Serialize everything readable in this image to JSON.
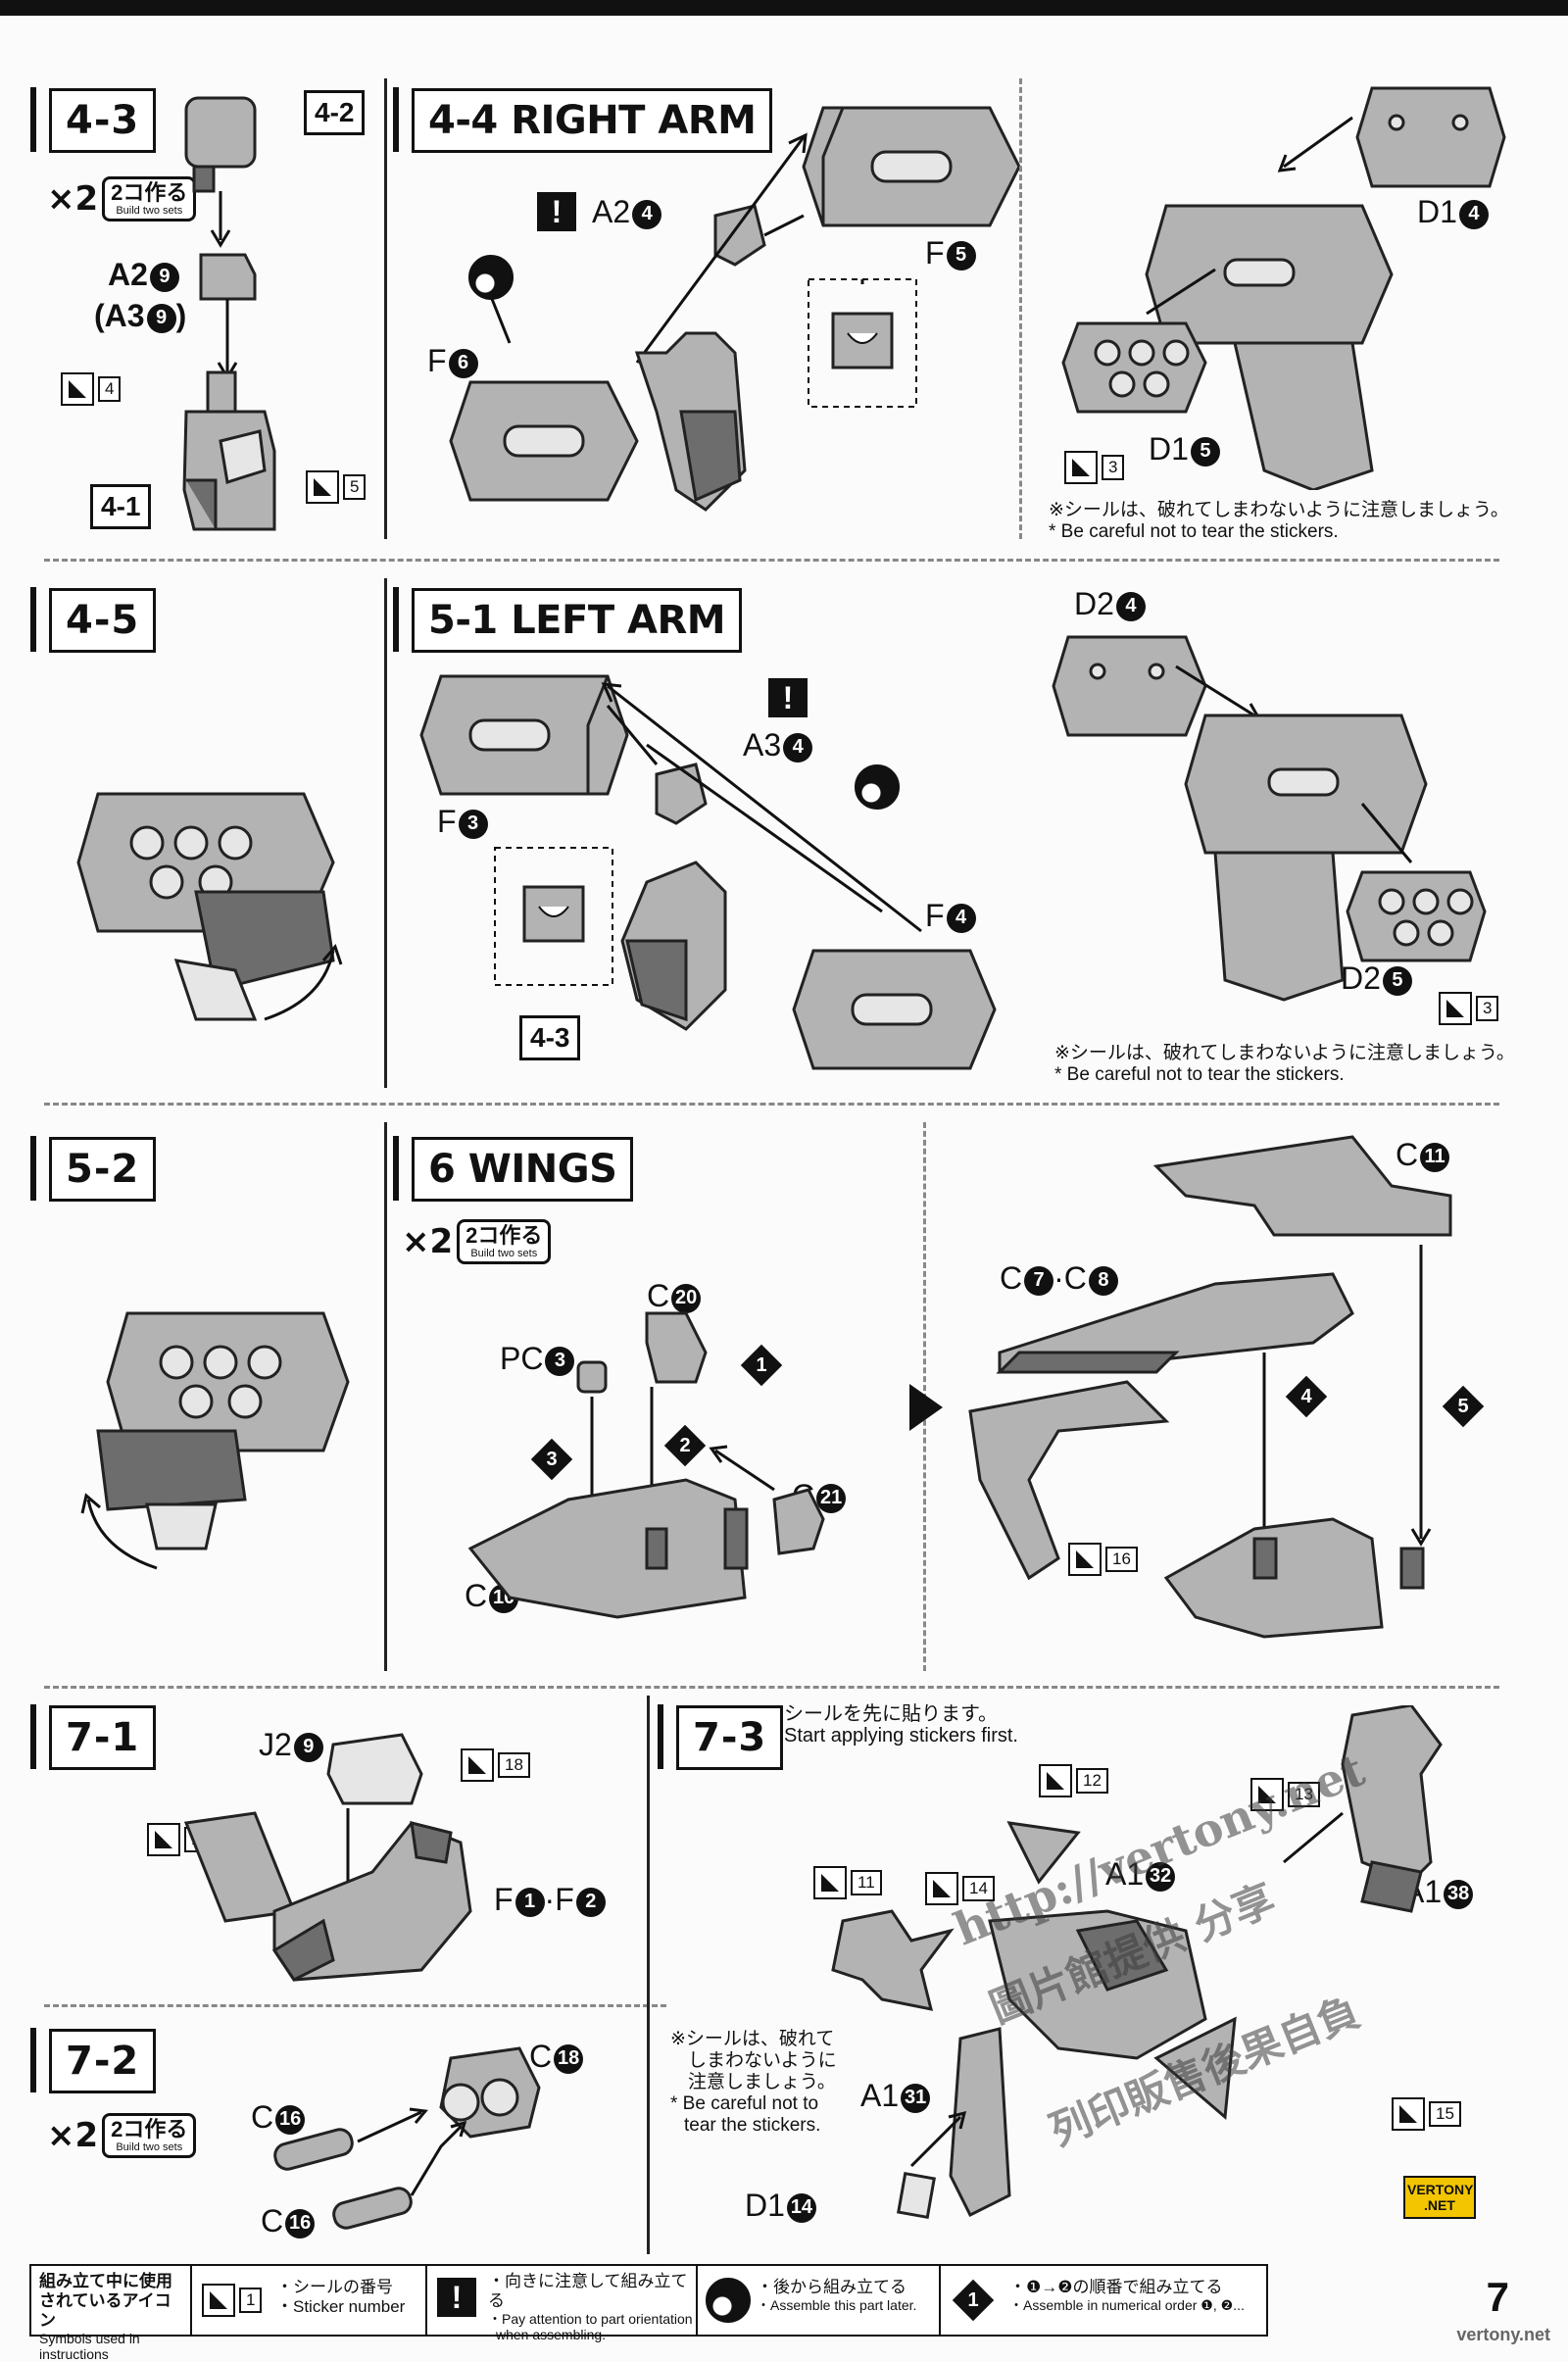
{
  "page_number": "7",
  "site_url": "vertony.net",
  "watermark_url": "http://vertony.net",
  "watermark_text_1": "圖片館提供 分享",
  "watermark_text_2": "列印販售後果自負",
  "vertony_logo": "VERTONY .NET",
  "build_two": {
    "x": "×2",
    "jp": "2コ作る",
    "en": "Build two sets"
  },
  "sticker_note": {
    "jp": "※シールは、破れてしまわないように注意しましょう。",
    "en": "* Be careful not to tear the stickers."
  },
  "sticker_note_72": {
    "jp1": "※シールは、破れて",
    "jp2": "しまわないように",
    "jp3": "注意しましょう。",
    "en1": "* Be careful not to",
    "en2": "tear the stickers."
  },
  "steps": {
    "s43": {
      "tag": "4-3",
      "parts": {
        "a": "A2",
        "a_n": "9",
        "b": "(A3",
        "b_n": "9",
        "b_close": ")"
      },
      "ref_top": "4-2",
      "ref_bottom": "4-1",
      "stickers": [
        "4",
        "5"
      ]
    },
    "s44": {
      "tag": "4-4 RIGHT ARM",
      "parts": {
        "a2": "A2",
        "a2_n": "4",
        "f6": "F",
        "f6_n": "6",
        "f5": "F",
        "f5_n": "5",
        "d1a": "D1",
        "d1a_n": "4",
        "d1b": "D1",
        "d1b_n": "5"
      },
      "sticker": "3"
    },
    "s45": {
      "tag": "4-5"
    },
    "s51": {
      "tag": "5-1 LEFT ARM",
      "parts": {
        "a3": "A3",
        "a3_n": "4",
        "f3": "F",
        "f3_n": "3",
        "f4": "F",
        "f4_n": "4",
        "d2a": "D2",
        "d2a_n": "4",
        "d2b": "D2",
        "d2b_n": "5"
      },
      "ref": "4-3",
      "sticker": "3"
    },
    "s52": {
      "tag": "5-2"
    },
    "s6": {
      "tag": "6 WINGS",
      "parts": {
        "c20": "C",
        "c20_n": "20",
        "pc3": "PC",
        "pc3_n": "3",
        "c21": "C",
        "c21_n": "21",
        "c10": "C",
        "c10_n": "10",
        "c11": "C",
        "c11_n": "11",
        "c7": "C",
        "c7_n": "7",
        "dot": "·",
        "c8": "C",
        "c8_n": "8"
      },
      "order": [
        "1",
        "2",
        "3",
        "4",
        "5"
      ],
      "sticker": "16"
    },
    "s71": {
      "tag": "7-1",
      "parts": {
        "j2": "J2",
        "j2_n": "9",
        "f1": "F",
        "f1_n": "1",
        "dot": "·",
        "f2": "F",
        "f2_n": "2"
      },
      "stickers": [
        "18",
        "19"
      ]
    },
    "s72": {
      "tag": "7-2",
      "parts": {
        "c18": "C",
        "c18_n": "18",
        "c16a": "C",
        "c16a_n": "16",
        "c16b": "C",
        "c16b_n": "16"
      }
    },
    "s73": {
      "tag": "7-3",
      "instruction_jp": "シールを先に貼ります。",
      "instruction_en": "Start applying stickers first.",
      "parts": {
        "a132": "A1",
        "a132_n": "32",
        "a138": "A1",
        "a138_n": "38",
        "a131": "A1",
        "a131_n": "31",
        "d114": "D1",
        "d114_n": "14"
      },
      "stickers": [
        "12",
        "13",
        "11",
        "14",
        "15"
      ]
    }
  },
  "legend": {
    "title_jp1": "組み立て中に使用",
    "title_jp2": "されているアイコン",
    "title_en": "Symbols used in instructions",
    "sticker_num": "1",
    "sticker_jp": "・シールの番号",
    "sticker_en": "・Sticker number",
    "orient_jp": "・向きに注意して組み立てる",
    "orient_en1": "・Pay attention to part orientation",
    "orient_en2": "when assembling.",
    "later_jp": "・後から組み立てる",
    "later_en": "・Assemble this part later.",
    "order_num": "1",
    "order_jp": "・❶→❷の順番で組み立てる",
    "order_en": "・Assemble in numerical order ❶, ❷..."
  }
}
